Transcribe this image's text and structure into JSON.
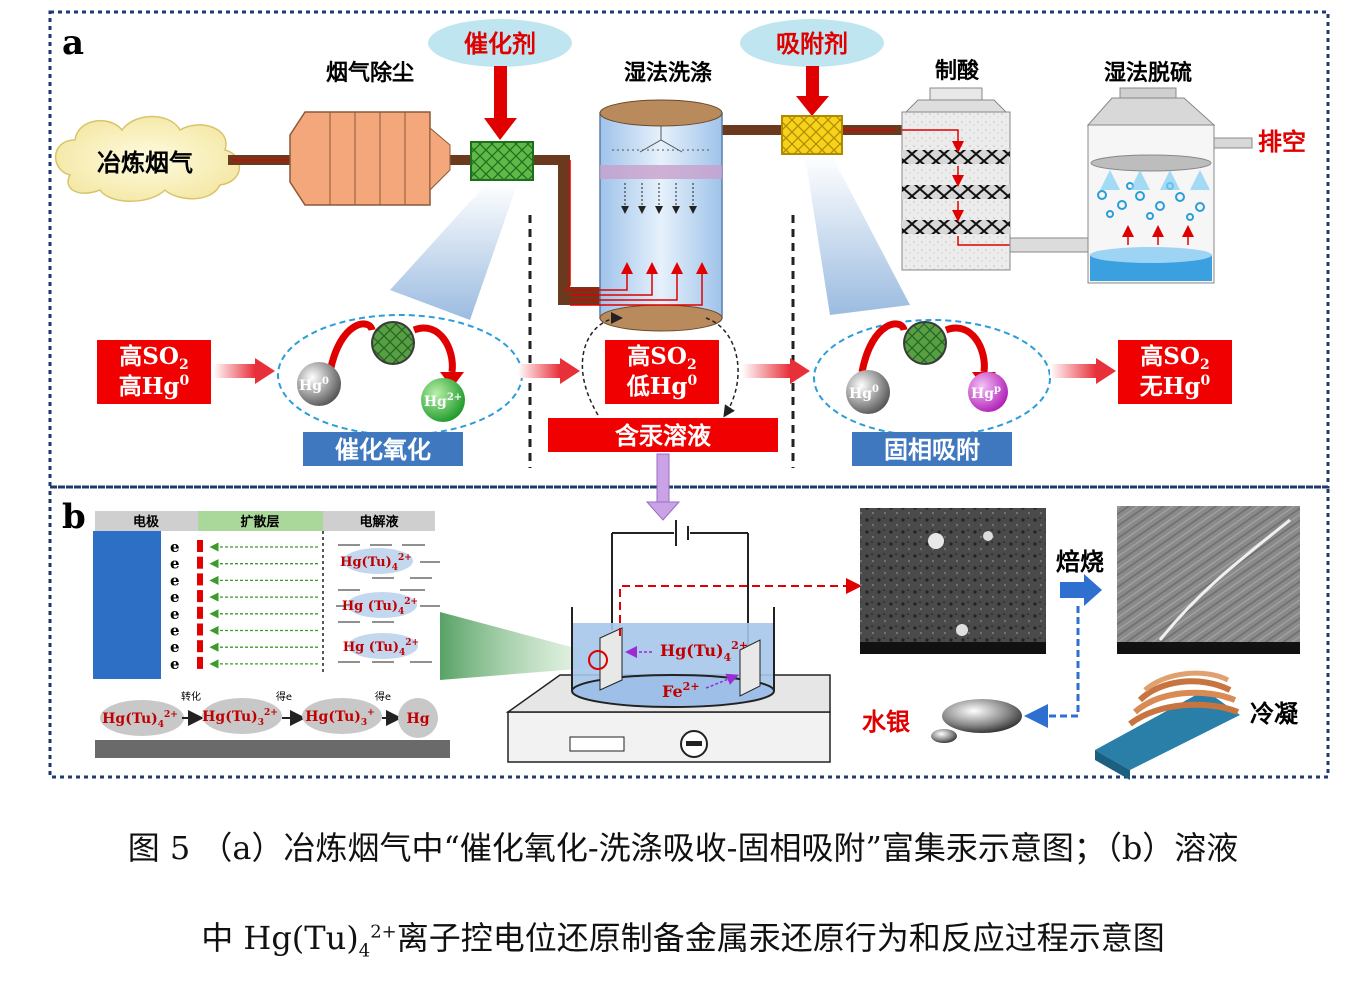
{
  "panel_a": {
    "label": "a",
    "nodes": {
      "smelter_gas": "冶炼烟气",
      "dust_removal": "烟气除尘",
      "catalyst": "催化剂",
      "wet_scrubbing": "湿法洗涤",
      "adsorbent": "吸附剂",
      "acid_making": "制酸",
      "wet_desulfurization": "湿法脱硫",
      "exhaust": "排空"
    },
    "stages": {
      "catalytic_oxidation": "催化氧化",
      "mercury_solution": "含汞溶液",
      "solid_adsorption": "固相吸附"
    },
    "states": {
      "state1_line1": "高SO",
      "state1_sub": "2",
      "state1_line2": "高Hg",
      "state1_sup": "0",
      "state2_line1": "高SO",
      "state2_sub": "2",
      "state2_line2": "低Hg",
      "state2_sup": "0",
      "state3_line1": "高SO",
      "state3_sub": "2",
      "state3_line2": "无Hg",
      "state3_sup": "0"
    },
    "species": {
      "hg0": "Hg",
      "hg0_sup": "0",
      "hg2": "Hg",
      "hg2_sup": "2+",
      "hgp": "Hg",
      "hgp_sup": "p"
    }
  },
  "panel_b": {
    "label": "b",
    "headers": {
      "electrode": "电极",
      "diffusion_layer": "扩散层",
      "electrolyte": "电解液"
    },
    "electron": "e",
    "ions": {
      "ion1": "Hg(Tu)",
      "ion1_sub": "4",
      "ion1_sup": "2+",
      "ion2": "Hg (Tu)",
      "ion2_sub": "4",
      "ion2_sup": "2+",
      "ion3": "Hg (Tu)",
      "ion3_sub": "4",
      "ion3_sup": "2+"
    },
    "reaction_chain": {
      "s1": "Hg(Tu)",
      "s1_sub": "4",
      "s1_sup": "2+",
      "step1": "转化",
      "s2": "Hg(Tu)",
      "s2_sub": "3",
      "s2_sup": "2+",
      "step2": "得e",
      "s3": "Hg(Tu)",
      "s3_sub": "3",
      "s3_sup": "+",
      "step3": "得e",
      "s4": "Hg"
    },
    "cell": {
      "ion": "Hg(Tu)",
      "ion_sub": "4",
      "ion_sup": "2+",
      "fe": "Fe",
      "fe_sup": "2+"
    },
    "products": {
      "roasting": "焙烧",
      "mercury": "水银",
      "condensation": "冷凝"
    }
  },
  "caption": {
    "line1": "图 5 （a）冶炼烟气中“催化氧化-洗涤吸收-固相吸附”富集汞示意图；（b）溶液",
    "line2_prefix": "中 Hg(Tu)",
    "line2_sub": "4",
    "line2_sup": "2+",
    "line2_rest": "离子控电位还原制备金属汞还原行为和反应过程示意图"
  }
}
